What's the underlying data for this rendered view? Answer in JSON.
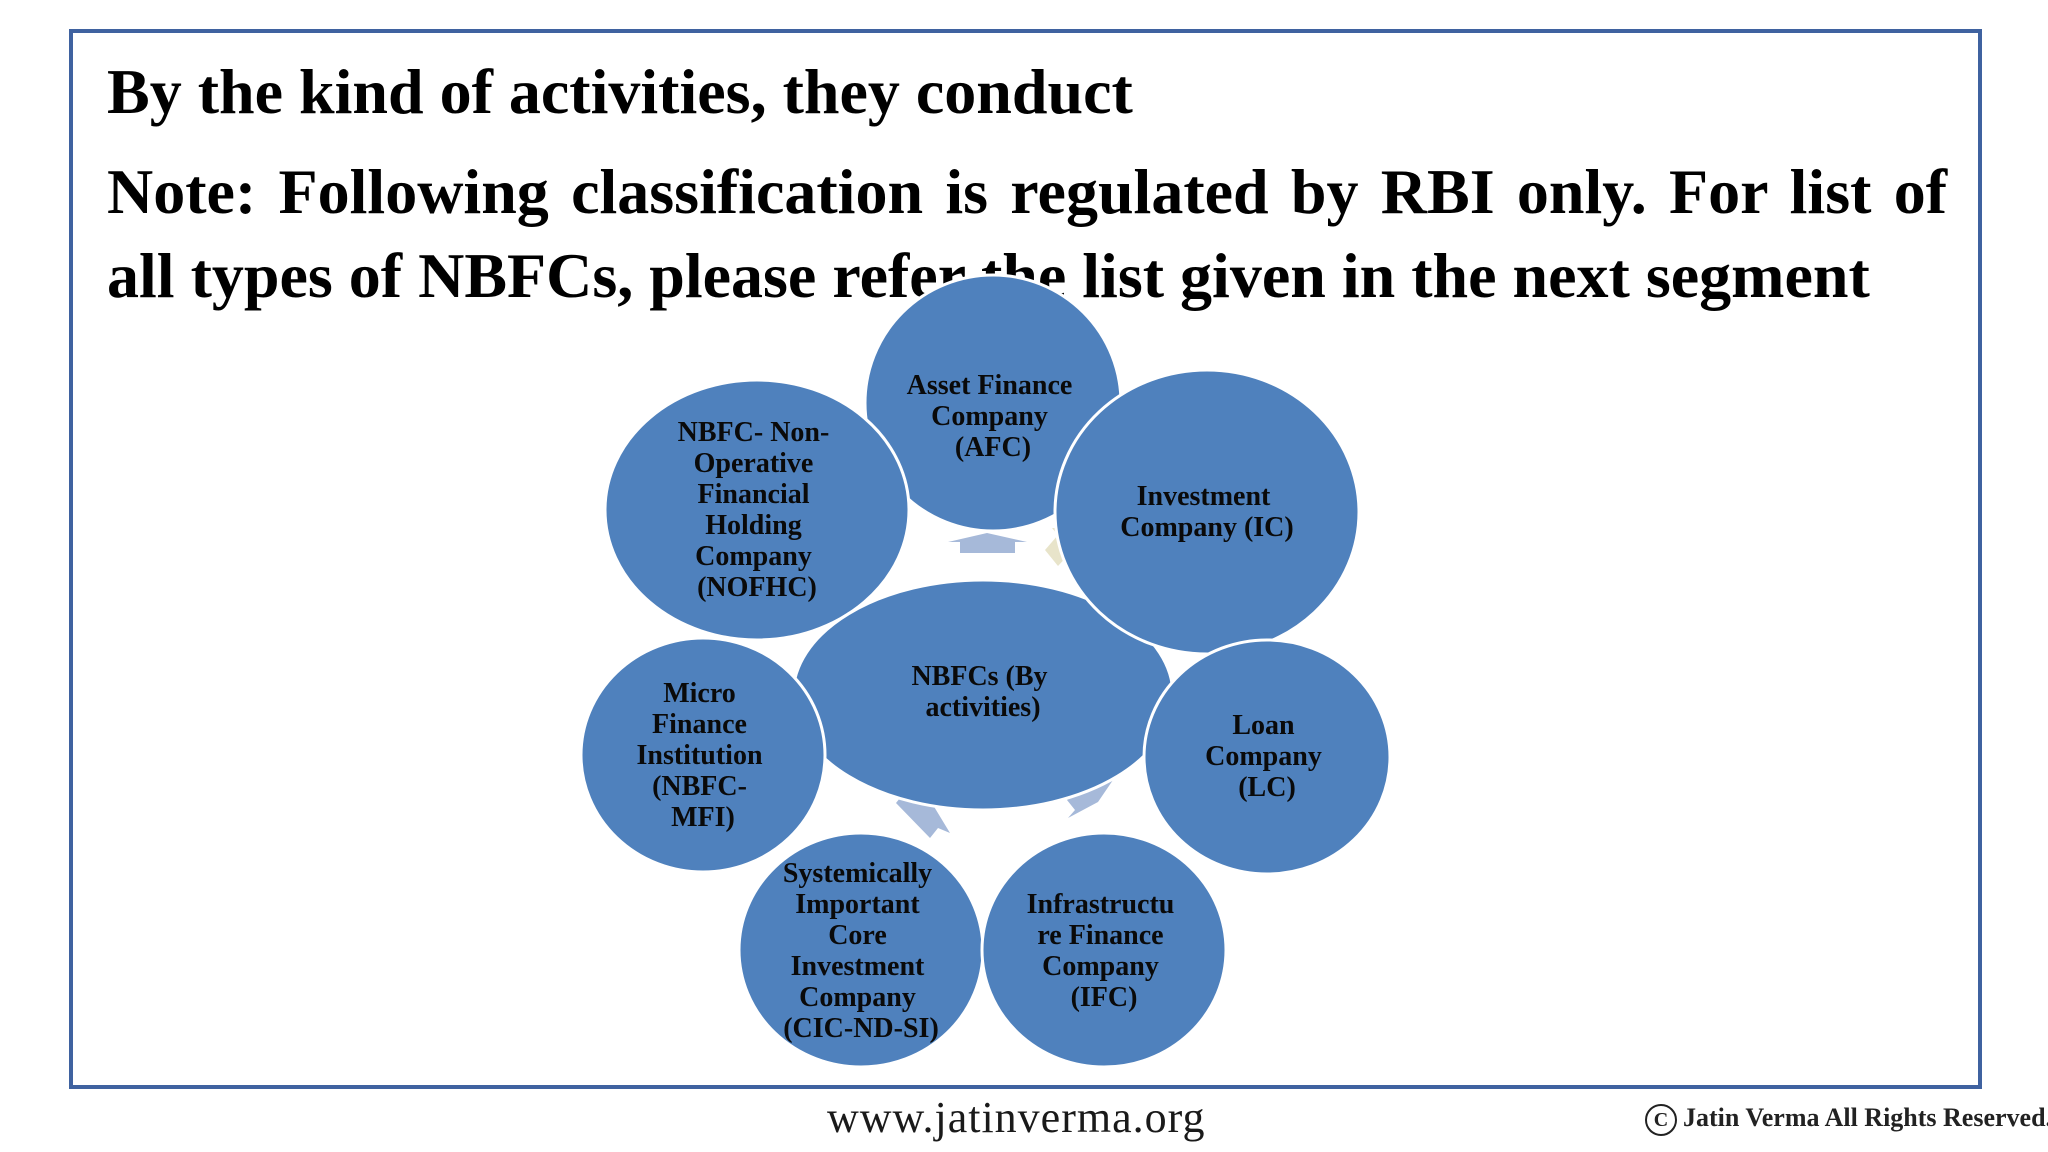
{
  "title": "By the kind of activities, they conduct",
  "note": "Note: Following classification is regulated by RBI only. For list of all types of NBFCs, please refer the list given in the next segment",
  "diagram": {
    "center": "NBFCs (By activities)",
    "nodes": [
      {
        "id": "afc",
        "label": "Asset Finance Company (AFC)"
      },
      {
        "id": "ic",
        "label": "Investment Company (IC)"
      },
      {
        "id": "lc",
        "label": "Loan Company (LC)"
      },
      {
        "id": "ifc",
        "label": "Infrastructure Finance Company (IFC)"
      },
      {
        "id": "cic",
        "label": "Systemically Important Core Investment Company (CIC-ND-SI)"
      },
      {
        "id": "mfi",
        "label": "Micro Finance Institution (NBFC-MFI)"
      },
      {
        "id": "nofhc",
        "label": "NBFC- Non-Operative Financial Holding Company (NOFHC)"
      }
    ],
    "colors": {
      "node_fill": "#4f81bd",
      "node_stroke": "#ffffff",
      "arrow": "#a6b9d9"
    }
  },
  "footer": {
    "website": "www.jatinverma.org",
    "copyright_symbol": "C",
    "copyright": "Jatin Verma All Rights Reserved."
  }
}
